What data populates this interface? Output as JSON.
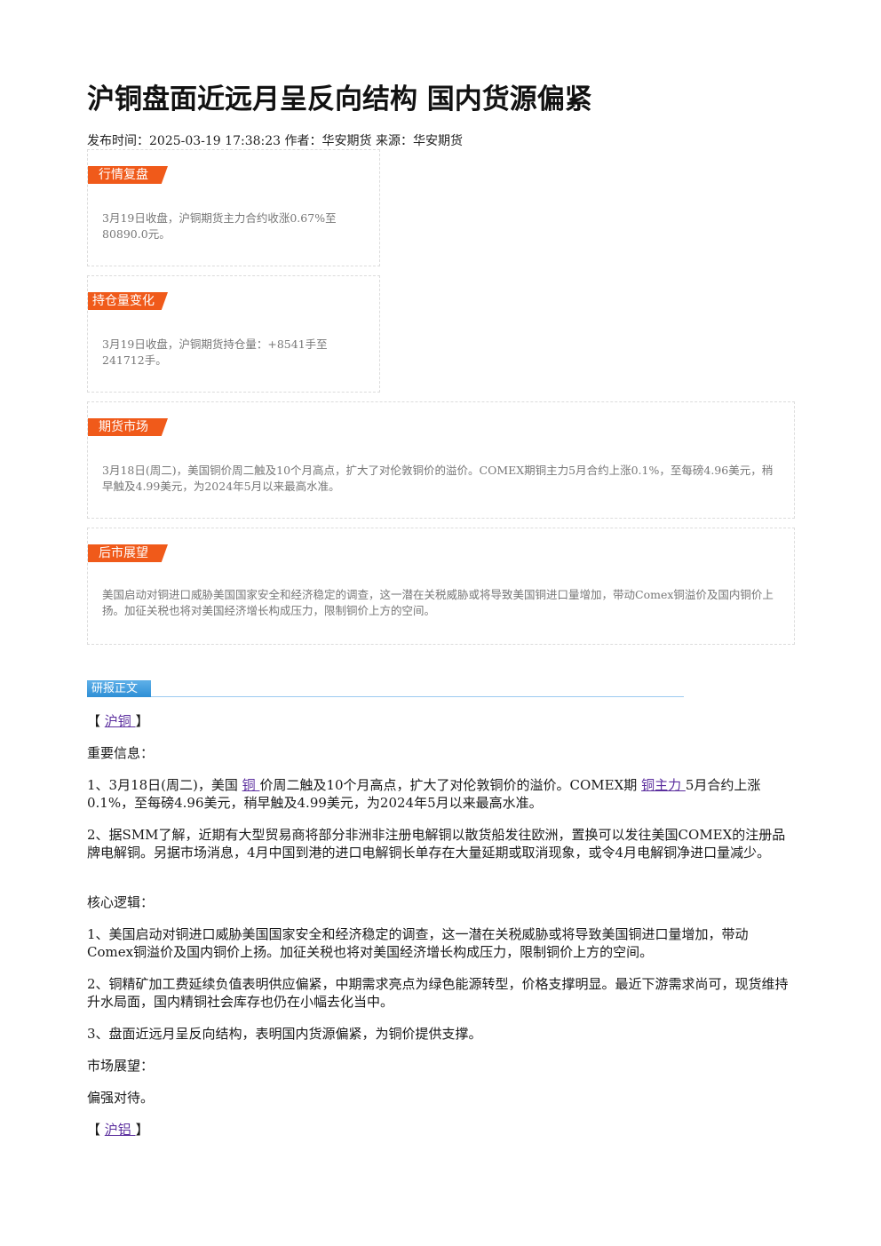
{
  "title": "沪铜盘面近远月呈反向结构 国内货源偏紧",
  "meta": "发布时间：2025-03-19 17:38:23 作者：华安期货 来源：华安期货",
  "boxes": [
    {
      "tag": "行情复盘",
      "text": "3月19日收盘，沪铜期货主力合约收涨0.67%至80890.0元。"
    },
    {
      "tag": "持仓量变化",
      "text": "3月19日收盘，沪铜期货持仓量：+8541手至241712手。"
    },
    {
      "tag": "期货市场",
      "text": "3月18日(周二)，美国铜价周二触及10个月高点，扩大了对伦敦铜价的溢价。COMEX期铜主力5月合约上涨0.1%，至每磅4.96美元，稍早触及4.99美元，为2024年5月以来最高水准。"
    },
    {
      "tag": "后市展望",
      "text": "美国启动对铜进口威胁美国国家安全和经济稳定的调查，这一潜在关税威胁或将导致美国铜进口量增加，带动Comex铜溢价及国内铜价上扬。加征关税也将对美国经济增长构成压力，限制铜价上方的空间。"
    }
  ],
  "report_tag": "研报正文",
  "section1": {
    "open": "【 ",
    "link": "沪铜 ",
    "close": "】"
  },
  "important_label": "重要信息：",
  "info1": {
    "a": "1、3月18日(周二)，美国 ",
    "link1": "铜 ",
    "b": "价周二触及10个月高点，扩大了对伦敦铜价的溢价。COMEX期 ",
    "link2": "铜主力 ",
    "c": "5月合约上涨0.1%，至每磅4.96美元，稍早触及4.99美元，为2024年5月以来最高水准。"
  },
  "info2": "2、据SMM了解，近期有大型贸易商将部分非洲非注册电解铜以散货船发往欧洲，置换可以发往美国COMEX的注册品牌电解铜。另据市场消息，4月中国到港的进口电解铜长单存在大量延期或取消现象，或令4月电解铜净进口量减少。",
  "logic_label": "核心逻辑：",
  "logic1": "1、美国启动对铜进口威胁美国国家安全和经济稳定的调查，这一潜在关税威胁或将导致美国铜进口量增加，带动Comex铜溢价及国内铜价上扬。加征关税也将对美国经济增长构成压力，限制铜价上方的空间。",
  "logic2": "2、铜精矿加工费延续负值表明供应偏紧，中期需求亮点为绿色能源转型，价格支撑明显。最近下游需求尚可，现货维持升水局面，国内精铜社会库存也仍在小幅去化当中。",
  "logic3": "3、盘面近远月呈反向结构，表明国内货源偏紧，为铜价提供支撑。",
  "outlook_label": "市场展望：",
  "outlook": "偏强对待。",
  "section2": {
    "open": "【 ",
    "link": "沪铝 ",
    "close": "】"
  }
}
